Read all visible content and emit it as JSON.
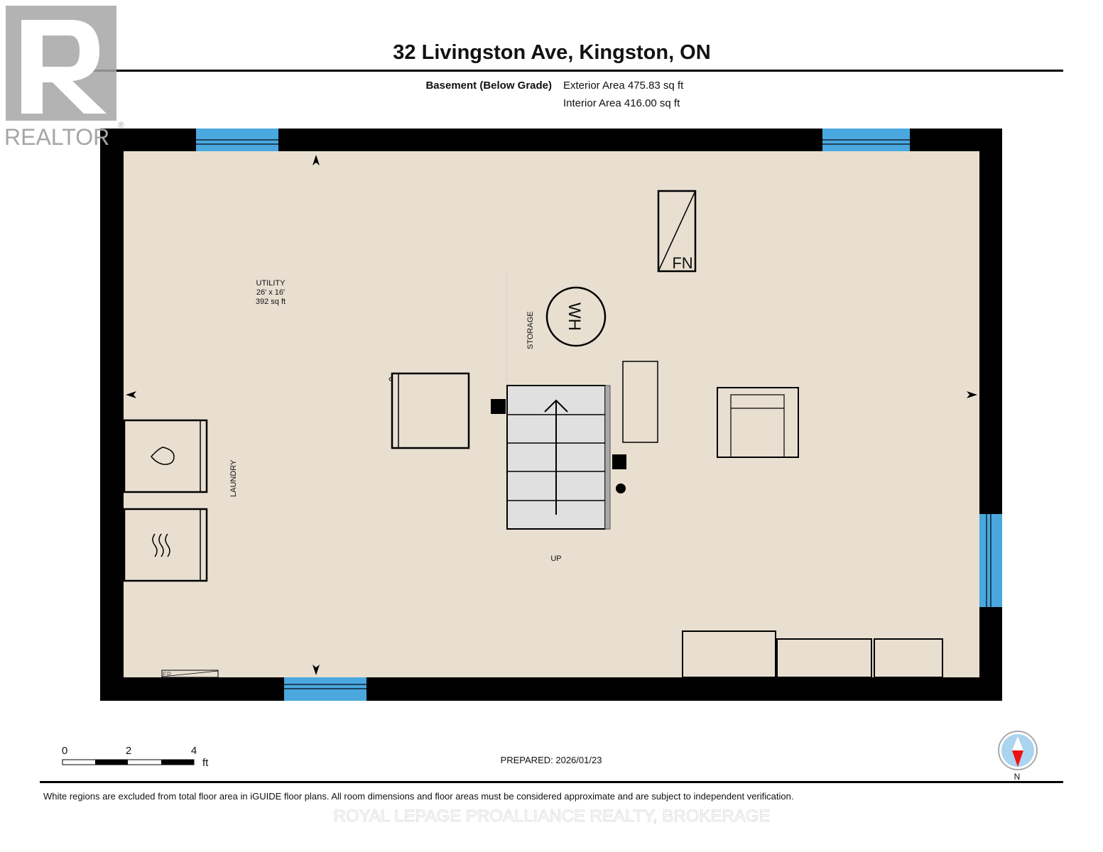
{
  "logo": {
    "text": "REALTOR",
    "mark": "®"
  },
  "header": {
    "title": "32 Livingston Ave, Kingston, ON",
    "level": "Basement (Below Grade)",
    "exterior_area": "Exterior Area 475.83 sq ft",
    "interior_area": "Interior Area 416.00 sq ft"
  },
  "rooms": {
    "utility": {
      "name": "UTILITY",
      "dims": "26' x 16'",
      "area": "392 sq ft"
    },
    "storage": "STORAGE",
    "laundry": "LAUNDRY",
    "stairs_label": "UP"
  },
  "fixtures": {
    "water_heater": "WH",
    "furnace": "FN",
    "electrical_panel": "EP"
  },
  "scale": {
    "ticks": [
      "0",
      "2",
      "4"
    ],
    "unit": "ft"
  },
  "prepared": "PREPARED: 2026/01/23",
  "compass": {
    "label": "N"
  },
  "disclaimer": "White regions are excluded from total floor area in iGUIDE floor plans. All room dimensions and floor areas must be considered approximate and are subject to independent verification.",
  "watermark": "ROYAL LEPAGE PROALLIANCE REALTY, BROKERAGE",
  "colors": {
    "floor": "#e8dfd1",
    "wall": "#000000",
    "window": "#4aa8de",
    "stairs": "#e0e0e0",
    "logo": "#a6a6a6"
  }
}
